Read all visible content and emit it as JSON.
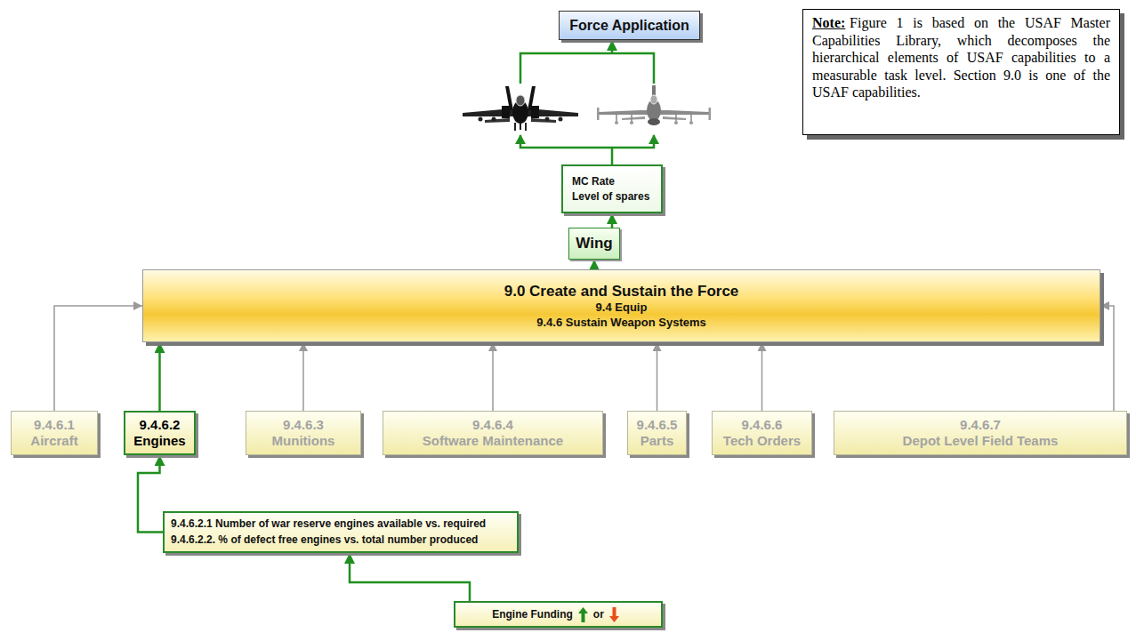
{
  "diagram": {
    "nodes": [
      {
        "text": [
          "Force Application"
        ]
      },
      {
        "text": [
          "Note:",
          "Figure 1 is based on the USAF Master Capabilities Library, which decomposes the hierarchical elements of USAF capabilities to a measurable task level. Section 9.0 is one of the USAF capabilities."
        ]
      },
      {
        "text": [
          "MC Rate",
          "Level of spares"
        ]
      },
      {
        "text": [
          "Wing"
        ]
      },
      {
        "text": [
          "9.0 Create and Sustain the Force",
          "9.4 Equip",
          "9.4.6 Sustain Weapon Systems"
        ]
      },
      {
        "text": [
          "9.4.6.1",
          "Aircraft"
        ]
      },
      {
        "text": [
          "9.4.6.2",
          "Engines"
        ]
      },
      {
        "text": [
          "9.4.6.3",
          "Munitions"
        ]
      },
      {
        "text": [
          "9.4.6.4",
          "Software Maintenance"
        ]
      },
      {
        "text": [
          "9.4.6.5",
          "Parts"
        ]
      },
      {
        "text": [
          "9.4.6.6",
          "Tech Orders"
        ]
      },
      {
        "text": [
          "9.4.6.7",
          "Depot Level Field Teams"
        ]
      },
      {
        "text": [
          "9.4.6.2.1 Number of war reserve engines available vs. required",
          "9.4.6.2.2. % of defect free engines vs. total number produced"
        ]
      },
      {
        "text": [
          "Engine Funding",
          "or"
        ]
      }
    ],
    "edges": [
      {
        "from": 13,
        "to": 12,
        "arrow": "to"
      },
      {
        "from": 12,
        "to": 6,
        "arrow": "to"
      },
      {
        "from": 5,
        "to": 4,
        "arrow": "to"
      },
      {
        "from": 6,
        "to": 4,
        "arrow": "to"
      },
      {
        "from": 7,
        "to": 4,
        "arrow": "to"
      },
      {
        "from": 8,
        "to": 4,
        "arrow": "to"
      },
      {
        "from": 9,
        "to": 4,
        "arrow": "to"
      },
      {
        "from": 10,
        "to": 4,
        "arrow": "to"
      },
      {
        "from": 11,
        "to": 4,
        "arrow": "to"
      },
      {
        "from": 4,
        "to": 3,
        "arrow": "to"
      },
      {
        "from": 3,
        "to": 2,
        "arrow": "to"
      },
      {
        "from": 2,
        "to": 0,
        "arrow": "to"
      }
    ]
  }
}
